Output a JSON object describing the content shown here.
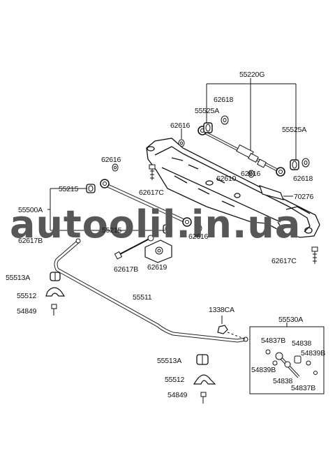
{
  "watermark": "autoolil.in.ua",
  "part_labels": {
    "l55220G": "55220G",
    "l62618a": "62618",
    "l55525Aa": "55525A",
    "l55525Ab": "55525A",
    "l62616a": "62616",
    "l62618b": "62618",
    "l62616b": "62616",
    "l62616c": "62616",
    "l62610": "62610",
    "l62617Ca": "62617C",
    "l70276": "70276",
    "l55215a": "55215",
    "l55500A": "55500A",
    "l55215b": "55215",
    "l62616d": "62616",
    "l62617B_l": "62617B",
    "l62617B": "62617B",
    "l62619": "62619",
    "l62617Cb": "62617C",
    "l55513Aa": "55513A",
    "l55512a": "55512",
    "l54849a": "54849",
    "l55511": "55511",
    "l1338CA": "1338CA",
    "l55530A": "55530A",
    "l54837Ba": "54837B",
    "l54838a": "54838",
    "l54839Ba": "54839B",
    "l54839Bb": "54839B",
    "l54838b": "54838",
    "l54837Bb": "54837B",
    "l55513Ab": "55513A",
    "l55512b": "55512",
    "l54849b": "54849"
  }
}
